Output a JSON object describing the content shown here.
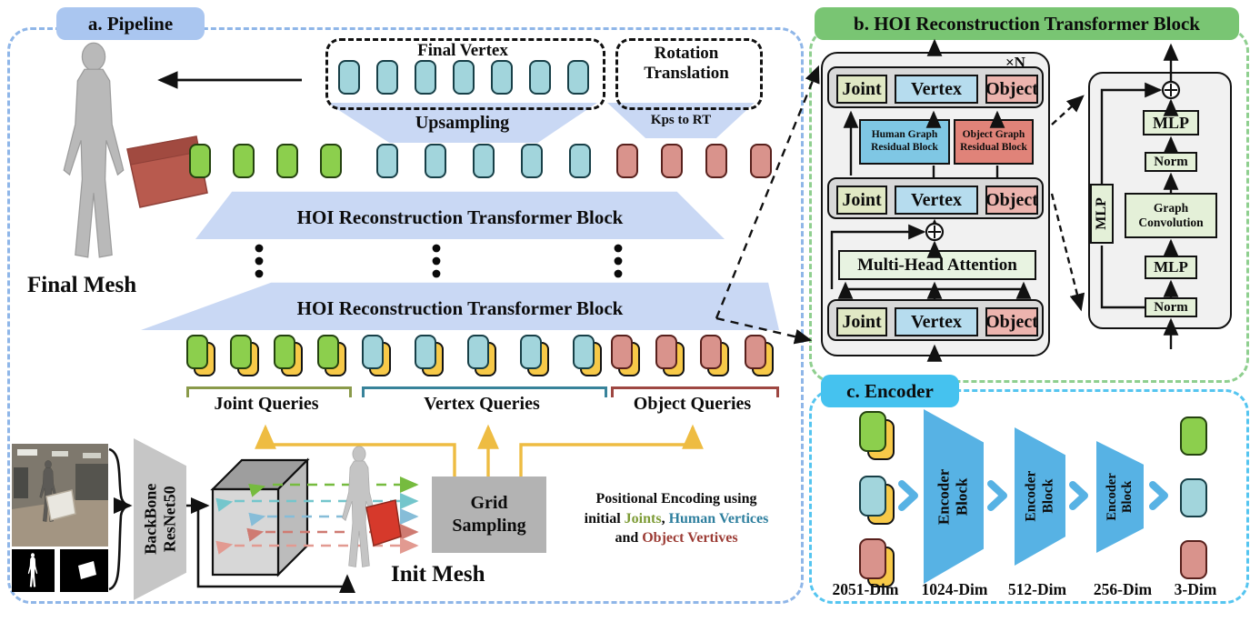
{
  "colors": {
    "green": "#8ccf4d",
    "blue": "#a2d5dc",
    "red": "#d9938c",
    "yellow": "#f7c948",
    "trapezoid": "#c9d8f4",
    "panel_a_accent": "#aac6f0",
    "panel_b_accent": "#79c573",
    "panel_c_accent": "#45c2ef",
    "encoder_block": "#57b2e4",
    "joint_box": "#e0e8c4",
    "vertex_box": "#b6dcee",
    "object_box": "#ecb4ae",
    "human_graph_block": "#7fc7e4",
    "object_graph_block": "#e08379",
    "mlp_norm_box": "#e4f0d8",
    "mha_box": "#e8f3e1",
    "grid_box": "#b3b3b3",
    "backbone_box": "#c6c6c6",
    "joint_text": "#7d9b35",
    "vertex_text": "#2e7f9e",
    "object_text": "#9c3c35"
  },
  "panel_a": {
    "title": "a. Pipeline",
    "final_mesh_label": "Final Mesh",
    "init_mesh_label": "Init Mesh",
    "final_vertex": {
      "label": "Final Vertex",
      "count": 7,
      "color": "blue"
    },
    "rotation_translation": {
      "line1": "Rotation",
      "line2": "Translation"
    },
    "upsampling_label": "Upsampling",
    "kps_to_rt_label": "Kps to RT",
    "hoi_block_label": "HOI Reconstruction Transformer Block",
    "mid_row": [
      {
        "color": "green",
        "count": 4
      },
      {
        "color": "blue",
        "count": 5
      },
      {
        "color": "red",
        "count": 4
      }
    ],
    "query_groups": [
      {
        "label": "Joint Queries",
        "color": "green",
        "bracket_color": "#8a9a4a",
        "count": 4
      },
      {
        "label": "Vertex Queries",
        "color": "blue",
        "bracket_color": "#38839a",
        "count": 5
      },
      {
        "label": "Object Queries",
        "color": "red",
        "bracket_color": "#9e4742",
        "count": 4
      }
    ],
    "backbone": {
      "line1": "BackBone",
      "line2": "ResNet50"
    },
    "grid_sampling": {
      "line1": "Grid",
      "line2": "Sampling"
    },
    "positional": {
      "line1": "Positional Encoding using",
      "l2a": "initial ",
      "l2b": "Joints",
      "l2c": ", ",
      "l2d": "Human Vertices",
      "l3a": "and ",
      "l3b": "Object Vertives"
    }
  },
  "panel_b": {
    "title": "b. HOI Reconstruction Transformer Block",
    "repeat_label": "×N",
    "slots": [
      "Joint",
      "Vertex",
      "Object"
    ],
    "human_graph": {
      "line1": "Human Graph",
      "line2": "Residual Block"
    },
    "object_graph": {
      "line1": "Object Graph",
      "line2": "Residual Block"
    },
    "mha_label": "Multi-Head Attention",
    "mlp_label": "MLP",
    "norm_label": "Norm",
    "graph_conv": {
      "line1": "Graph",
      "line2": "Convolution"
    },
    "side_mlp_label": "MLP"
  },
  "panel_c": {
    "title": "c. Encoder",
    "encoder_block": {
      "line1": "Encoder",
      "line2": "Block"
    },
    "num_blocks": 3,
    "dims": [
      "2051-Dim",
      "1024-Dim",
      "512-Dim",
      "256-Dim",
      "3-Dim"
    ]
  }
}
